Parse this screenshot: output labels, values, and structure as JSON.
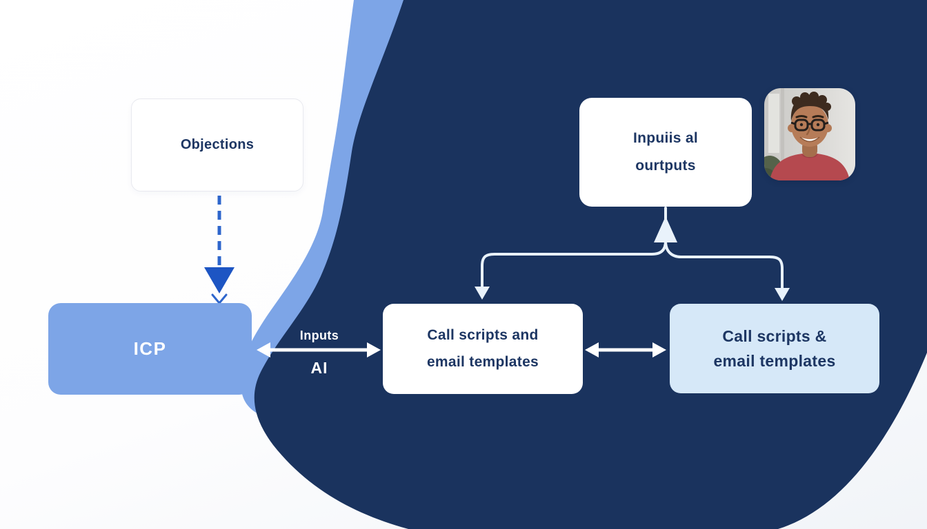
{
  "diagram": {
    "objections_box": {
      "label": "Objections"
    },
    "icp_box": {
      "label": "ICP"
    },
    "inputs_label": "Inputs",
    "ai_label": "AI",
    "center_box": {
      "line1": "Call scripts and",
      "line2": "email templates"
    },
    "right_box": {
      "line1": "Call scripts &",
      "line2": "email templates"
    },
    "top_box": {
      "line1": "Inpuiis al",
      "line2": "ourtputs"
    },
    "avatar_alt": "Smiling man with glasses wearing a red shirt"
  },
  "colors": {
    "navy": "#1a335e",
    "accent_blue": "#7da5e7",
    "light_blue_box": "#d6e8f8",
    "connector_light": "#e9f2fb",
    "dashed_arrow_blue": "#2e66cc",
    "arrowhead_blue": "#1d55c3",
    "text_navy": "#1d3663",
    "white": "#ffffff"
  }
}
